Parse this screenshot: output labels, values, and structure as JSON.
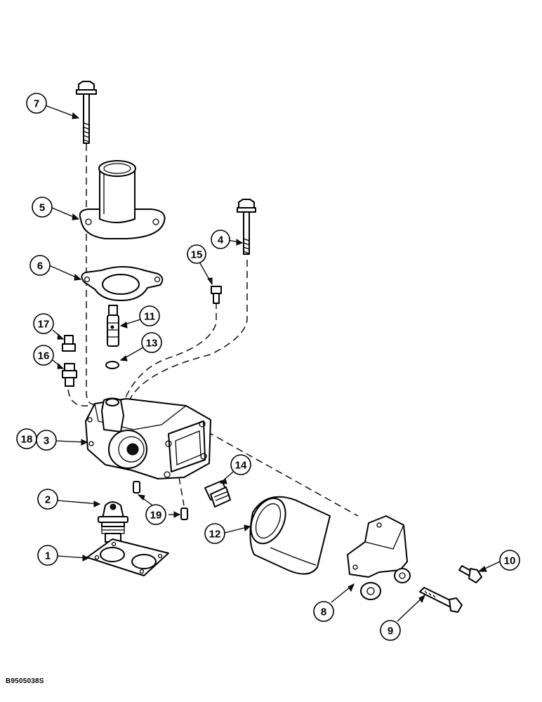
{
  "figure_code": "B9505038S",
  "callouts": [
    {
      "id": "c1",
      "label": "1"
    },
    {
      "id": "c2",
      "label": "2"
    },
    {
      "id": "c3",
      "label": "3"
    },
    {
      "id": "c4",
      "label": "4"
    },
    {
      "id": "c5",
      "label": "5"
    },
    {
      "id": "c6",
      "label": "6"
    },
    {
      "id": "c7",
      "label": "7"
    },
    {
      "id": "c8",
      "label": "8"
    },
    {
      "id": "c9",
      "label": "9"
    },
    {
      "id": "c10",
      "label": "10"
    },
    {
      "id": "c11",
      "label": "11"
    },
    {
      "id": "c12",
      "label": "12"
    },
    {
      "id": "c13",
      "label": "13"
    },
    {
      "id": "c14",
      "label": "14"
    },
    {
      "id": "c15",
      "label": "15"
    },
    {
      "id": "c16",
      "label": "16"
    },
    {
      "id": "c17",
      "label": "17"
    },
    {
      "id": "c18",
      "label": "18"
    },
    {
      "id": "c19",
      "label": "19"
    }
  ]
}
